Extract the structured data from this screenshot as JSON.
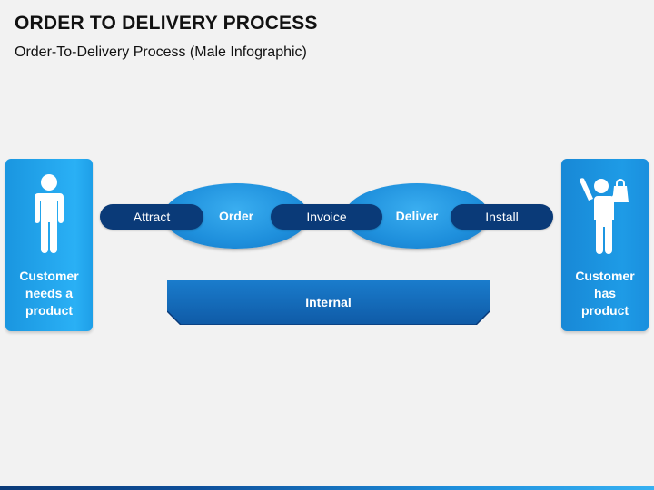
{
  "slide": {
    "title": "ORDER TO DELIVERY PROCESS",
    "subtitle": "Order-To-Delivery Process (Male Infographic)"
  },
  "left_card": {
    "label_lines": [
      "Customer",
      "needs a",
      "product"
    ],
    "icon": "standing-man-icon"
  },
  "right_card": {
    "label_lines": [
      "Customer",
      "has",
      "product"
    ],
    "icon": "man-with-shopping-bag-icon"
  },
  "stages": {
    "attract": "Attract",
    "order": "Order",
    "invoice": "Invoice",
    "deliver": "Deliver",
    "install": "Install"
  },
  "internal_label": "Internal",
  "colors": {
    "card_blue": "#1ea0e6",
    "pill_navy": "#0a3a78",
    "ellipse_blue": "#1e8fdc",
    "internal_blue": "#1565b0"
  }
}
